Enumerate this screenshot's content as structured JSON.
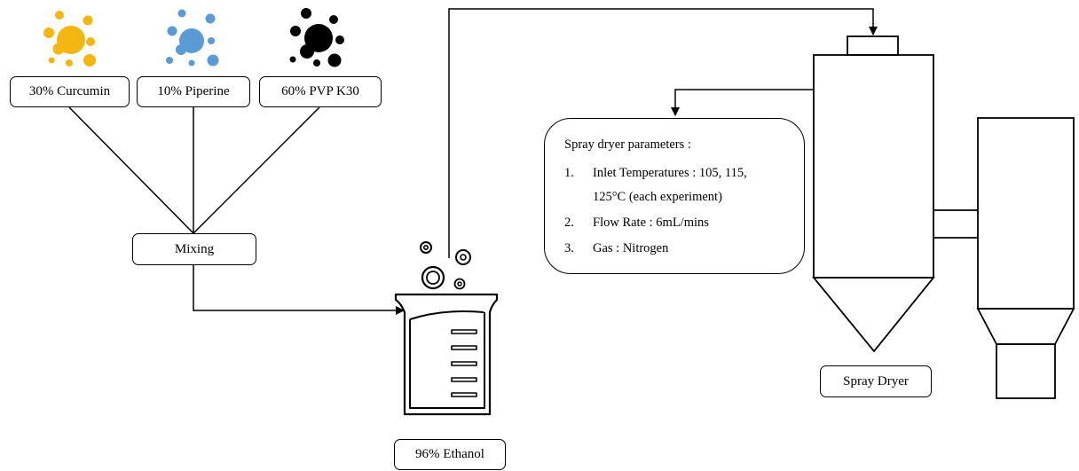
{
  "ingredients": [
    {
      "label": "30% Curcumin",
      "color": "#F4B712"
    },
    {
      "label": "10% Piperine",
      "color": "#5B9BD5"
    },
    {
      "label": "60% PVP K30",
      "color": "#000000"
    }
  ],
  "mixing_label": "Mixing",
  "solvent_label": "96% Ethanol",
  "parameters": {
    "title": "Spray dryer parameters :",
    "items": [
      {
        "num": "1.",
        "text": "Inlet Temperatures : 105, 115,"
      },
      {
        "num": "",
        "text": "125°C (each experiment)"
      },
      {
        "num": "2.",
        "text": "Flow Rate : 6mL/mins"
      },
      {
        "num": "3.",
        "text": "Gas : Nitrogen"
      }
    ]
  },
  "dryer_label": "Spray Dryer"
}
